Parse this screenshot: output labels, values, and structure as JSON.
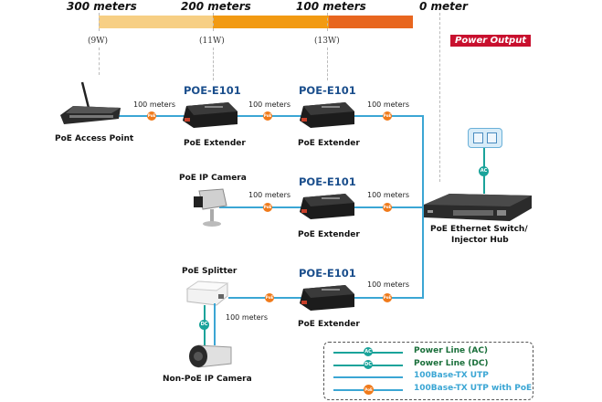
{
  "distance_scale": {
    "labels": [
      "300 meters",
      "200 meters",
      "100 meters",
      "0 meter"
    ],
    "power_values": [
      "(9W)",
      "(11W)",
      "(13W)"
    ],
    "power_output_label": "Power Output",
    "segment_colors": [
      "#f7cf84",
      "#f29a12",
      "#e8661f"
    ]
  },
  "devices": {
    "access_point": "PoE Access Point",
    "ip_camera": "PoE IP Camera",
    "splitter": "PoE Splitter",
    "non_poe_camera": "Non-PoE IP Camera",
    "switch_line1": "PoE Ethernet Switch/",
    "switch_line2": "Injector Hub",
    "extender_label": "PoE Extender",
    "extender_model": "POE-E101"
  },
  "links": {
    "meters": "100 meters",
    "poe_badge": "PoE",
    "ac_badge": "AC",
    "dc_badge": "DC"
  },
  "legend": {
    "items": [
      {
        "label": "Power Line (AC)",
        "badge": "AC",
        "color": "#1a6f3a"
      },
      {
        "label": "Power Line (DC)",
        "badge": "DC",
        "color": "#1a6f3a"
      },
      {
        "label": "100Base-TX UTP",
        "badge": "",
        "color": "#3ba6d4"
      },
      {
        "label": "100Base-TX UTP with PoE",
        "badge": "PoE",
        "color": "#3ba6d4"
      }
    ]
  },
  "colors": {
    "utp": "#3ba6d4",
    "power": "#1aa39a",
    "poe": "#f07a1a",
    "model": "#1a4e8c",
    "power_output_bg": "#c8102e"
  }
}
